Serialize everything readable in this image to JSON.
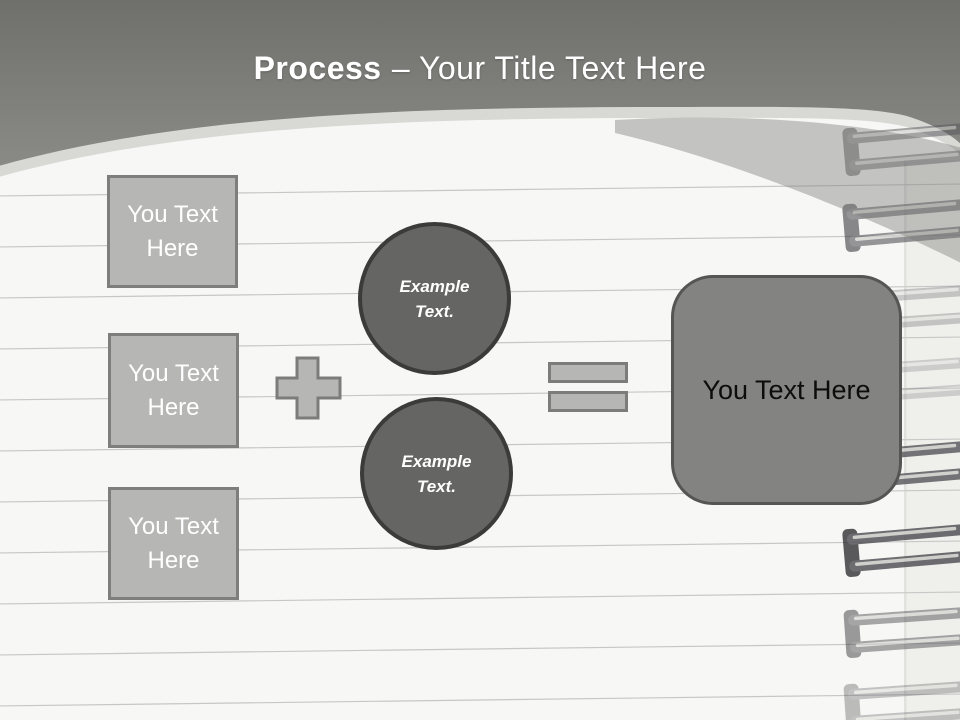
{
  "slide": {
    "title": {
      "bold": "Process",
      "regular": "– Your Title Text Here"
    },
    "input_boxes": [
      {
        "label": "You Text Here"
      },
      {
        "label": "You Text Here"
      },
      {
        "label": "You Text Here"
      }
    ],
    "example_circles": [
      {
        "label": "Example Text."
      },
      {
        "label": "Example Text."
      }
    ],
    "operators": [
      {
        "icon": "plus-icon"
      },
      {
        "icon": "equals-icon"
      }
    ],
    "result_box": {
      "label": "You Text Here"
    },
    "background": {
      "style": "spiral-notebook-paper"
    },
    "colors": {
      "header_gradient_top": "#6f6f6c",
      "header_gradient_bottom": "#a3a29e",
      "paper": "#f7f7f5",
      "paper_edge_band": "#d8d8d5",
      "rule_line": "#c7c7c7",
      "placeholder_fill": "#b6b6b4",
      "placeholder_border": "#7c7c7a",
      "circle_fill": "#656563",
      "circle_border": "#3b3b39",
      "result_fill": "#838381",
      "result_border": "#555553",
      "title_text": "#ffffff",
      "result_text": "#0d0d0d"
    }
  }
}
